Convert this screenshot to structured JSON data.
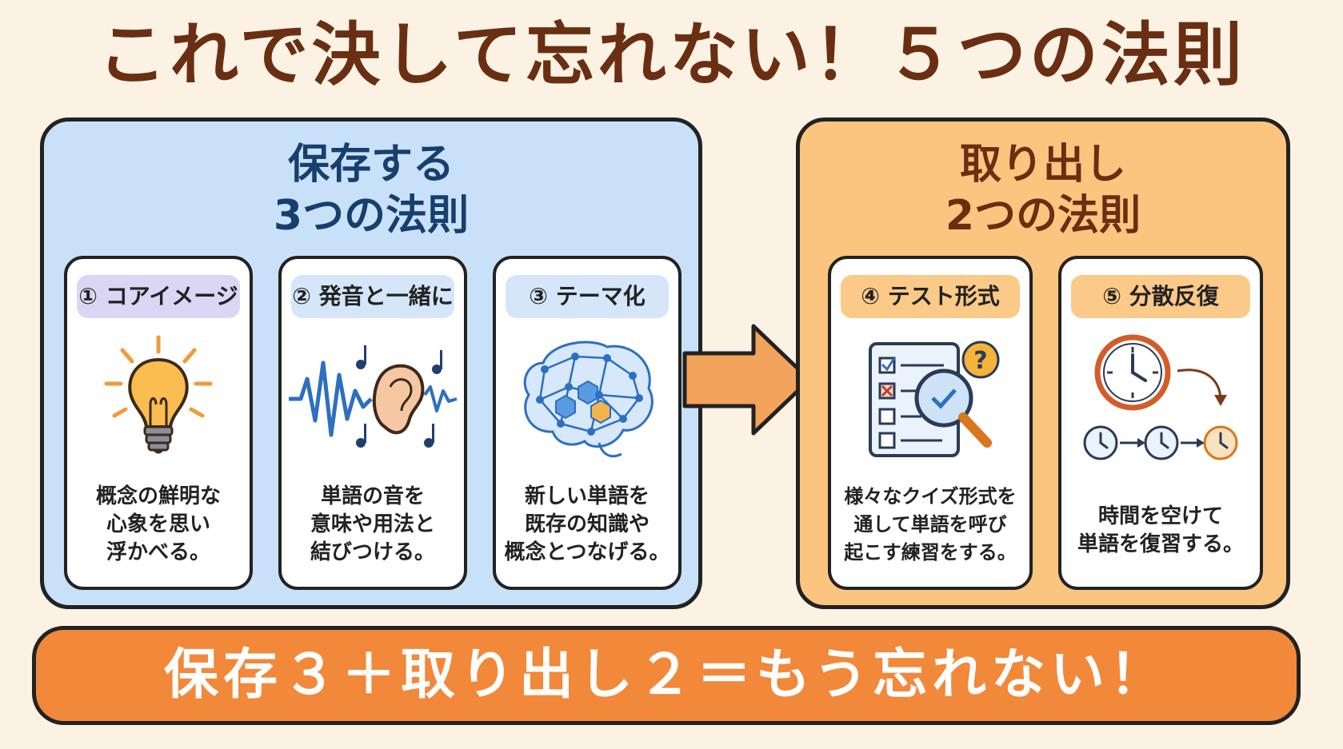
{
  "title": "これで決して忘れない！５つの法則",
  "store_panel": {
    "heading_line1": "保存する",
    "heading_line2": "3つの法則",
    "cards": [
      {
        "label": "① コアイメージ",
        "icon": "lightbulb-icon",
        "desc": [
          "概念の鮮明な",
          "心象を思い",
          "浮かべる。"
        ]
      },
      {
        "label": "② 発音と一緒に",
        "icon": "ear-soundwave-icon",
        "desc": [
          "単語の音を",
          "意味や用法と",
          "結びつける。"
        ]
      },
      {
        "label": "③ テーマ化",
        "icon": "brain-network-icon",
        "desc": [
          "新しい単語を",
          "既存の知識や",
          "概念とつなげる。"
        ]
      }
    ]
  },
  "retrieve_panel": {
    "heading_line1": "取り出し",
    "heading_line2": "2つの法則",
    "cards": [
      {
        "label": "④ テスト形式",
        "icon": "quiz-magnifier-icon",
        "desc": [
          "様々なクイズ形式を",
          "通して単語を呼び",
          "起こす練習をする。"
        ]
      },
      {
        "label": "⑤ 分散反復",
        "icon": "clock-interval-icon",
        "desc": [
          "時間を空けて",
          "単語を復習する。"
        ]
      }
    ]
  },
  "banner": "保存３＋取り出し２＝もう忘れない！",
  "colors": {
    "title": "#6a2f12",
    "store_bg": "#c9e1f8",
    "retrieve_bg": "#fbc57f",
    "banner_bg": "#f2883a",
    "arrow": "#f4a35c"
  }
}
